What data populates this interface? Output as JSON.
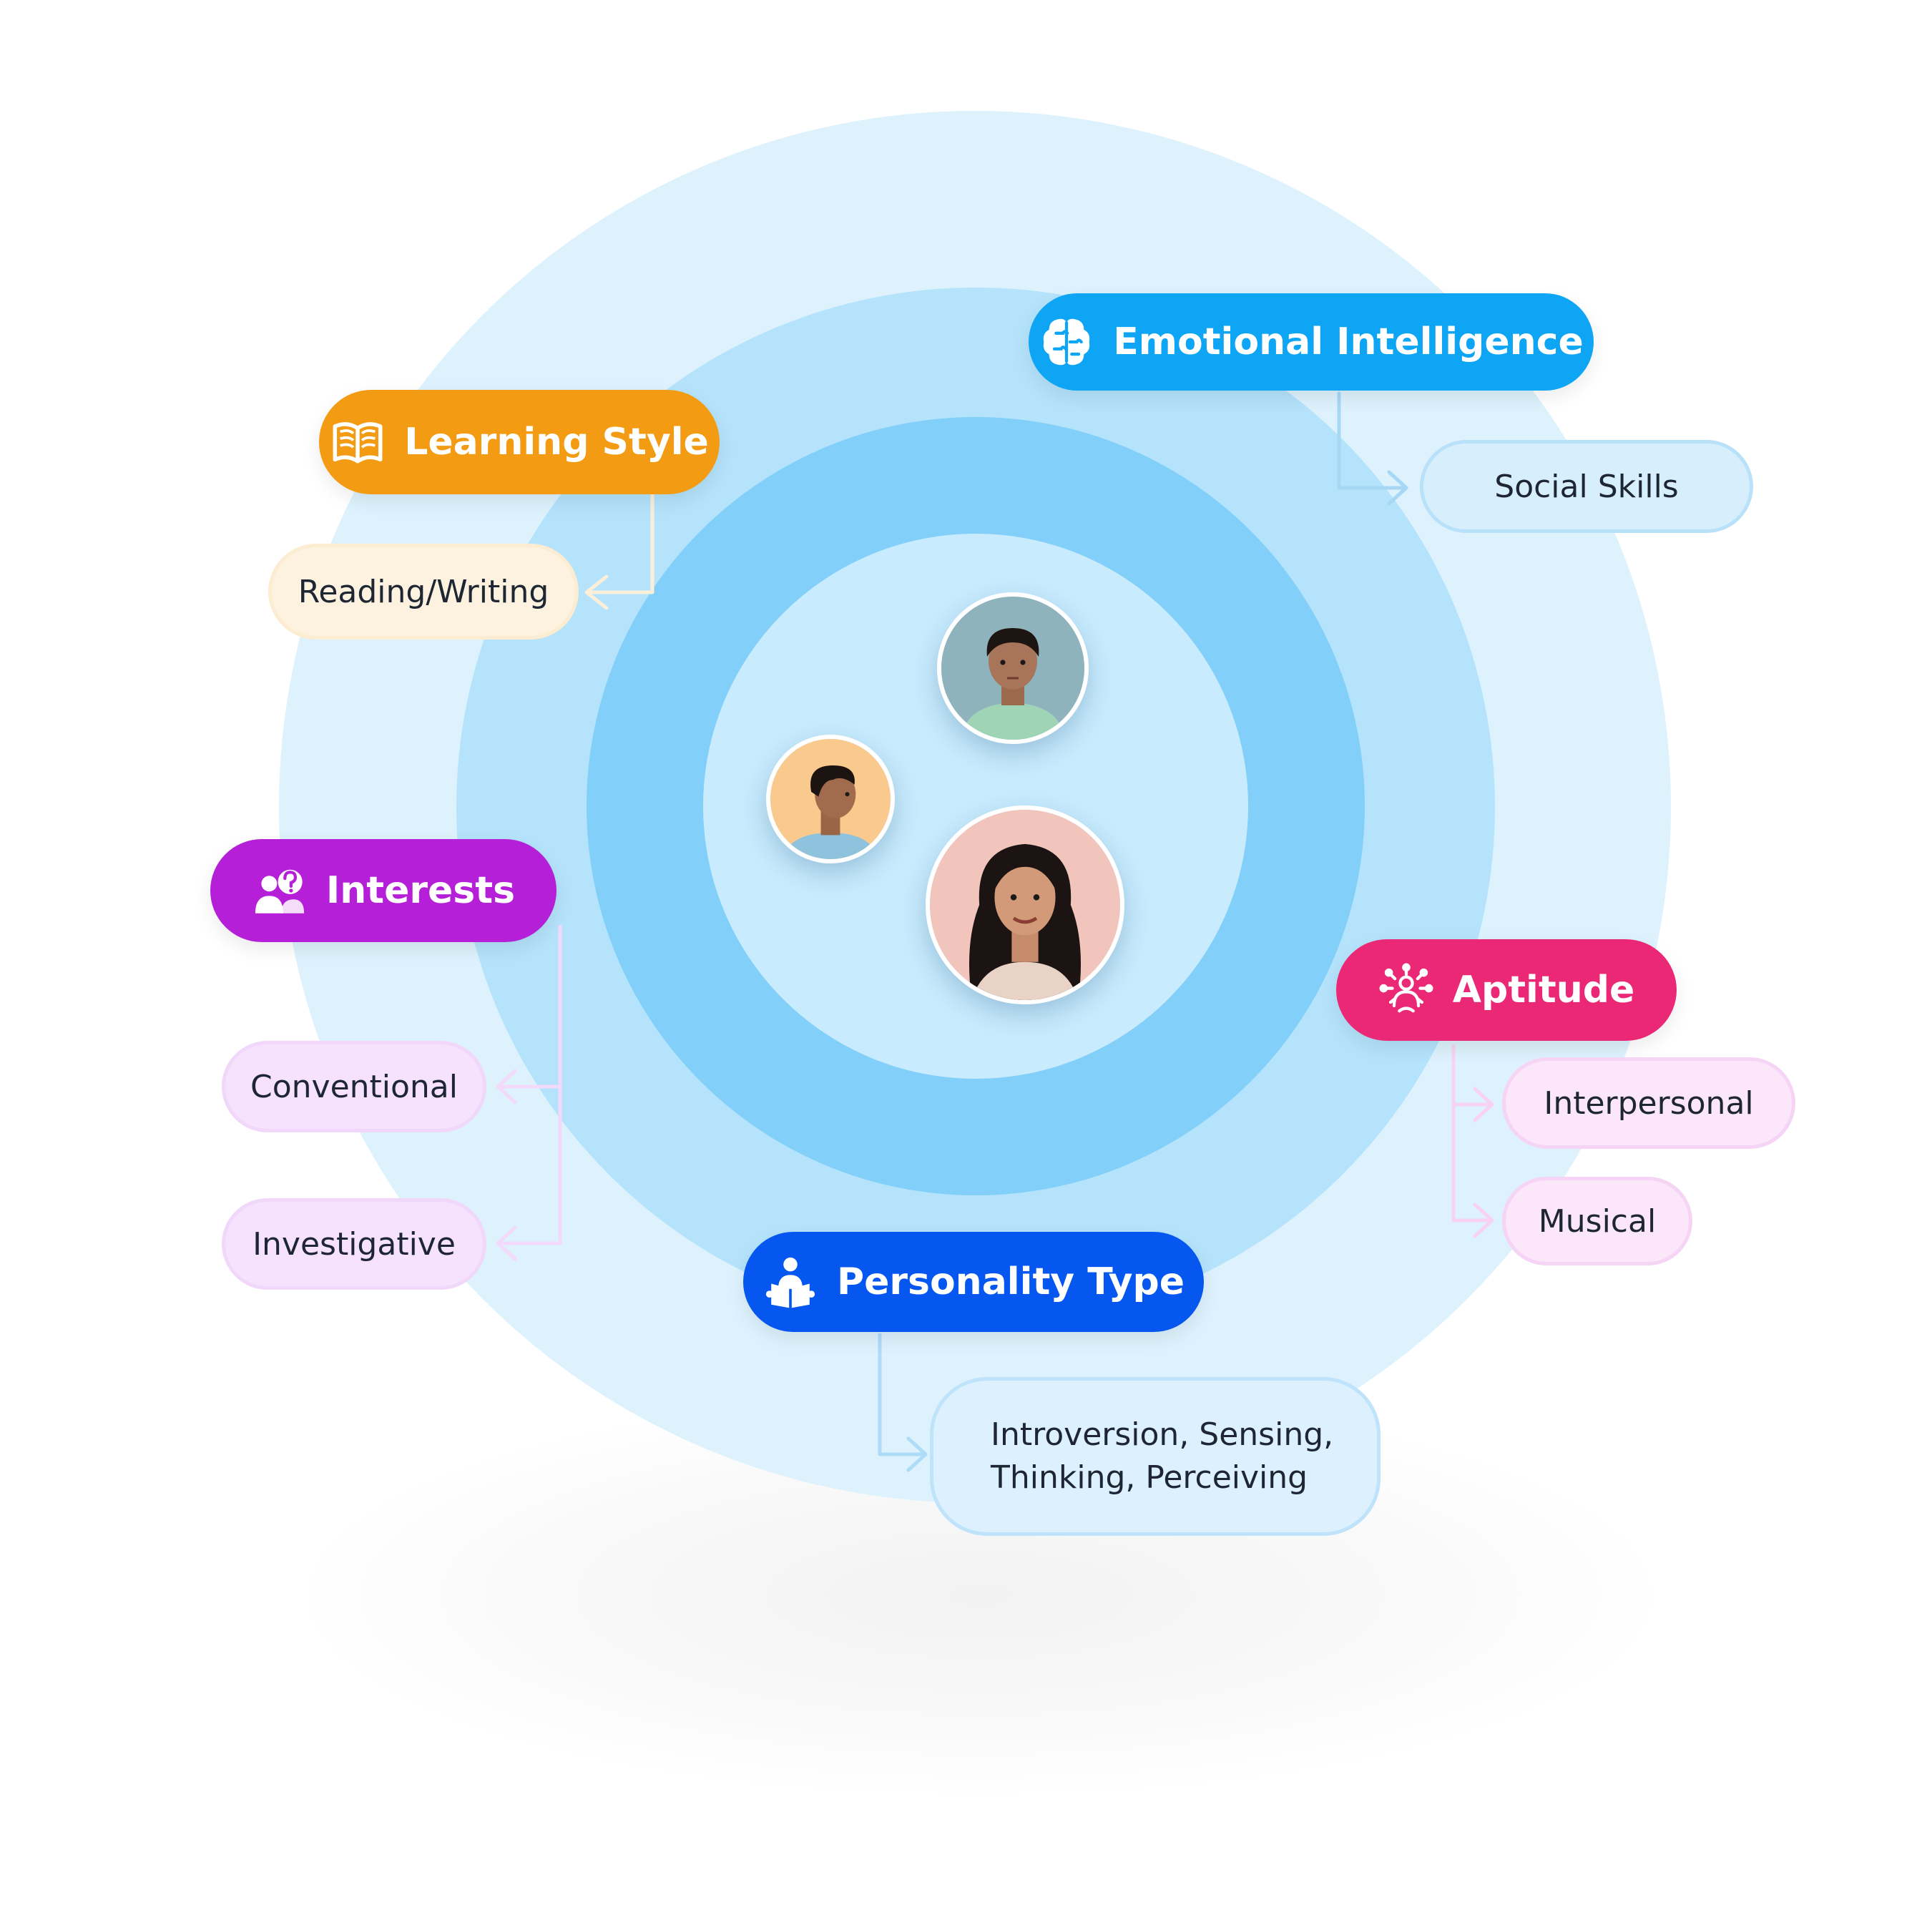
{
  "categories": {
    "learning_style": {
      "label": "Learning Style",
      "color": "#f29b13",
      "icon": "open-book-icon"
    },
    "emotional_intelligence": {
      "label": "Emotional Intelligence",
      "color": "#0ea5f5",
      "icon": "brain-puzzle-icon"
    },
    "interests": {
      "label": "Interests",
      "color": "#b41fd7",
      "icon": "people-question-icon"
    },
    "aptitude": {
      "label": "Aptitude",
      "color": "#eb2876",
      "icon": "network-person-icon"
    },
    "personality_type": {
      "label": "Personality Type",
      "color": "#0557f0",
      "icon": "reading-person-icon"
    }
  },
  "items": {
    "reading_writing": "Reading/Writing",
    "social_skills": "Social Skills",
    "conventional": "Conventional",
    "investigative": "Investigative",
    "interpersonal": "Interpersonal",
    "musical": "Musical",
    "personality_line1": "Introversion, Sensing,",
    "personality_line2": "Thinking, Perceiving"
  },
  "avatars": [
    "child-avatar",
    "boy-profile-avatar",
    "young-woman-avatar"
  ]
}
